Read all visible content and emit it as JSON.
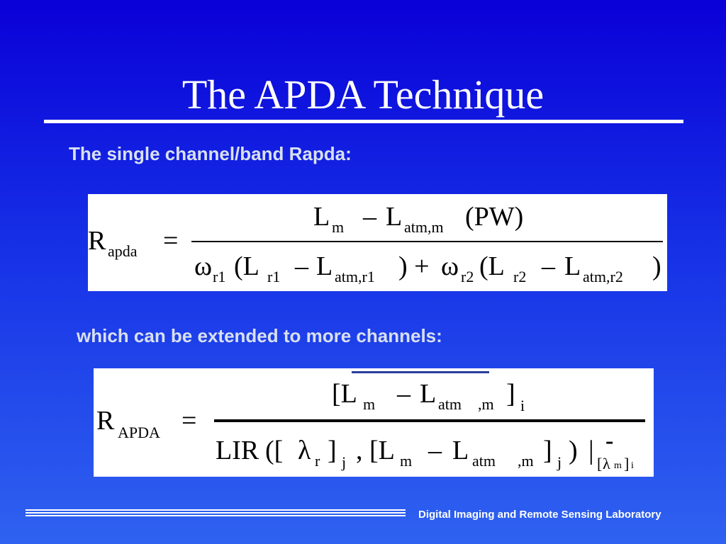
{
  "slide": {
    "title": "The APDA Technique",
    "subtitle1": "The single channel/band Rapda:",
    "subtitle2": "which can be extended to more channels:",
    "footer": "Digital Imaging and Remote Sensing Laboratory"
  },
  "eq1": {
    "lhs_R": "R",
    "lhs_sub": "apda",
    "equals": "=",
    "num_L1": "L",
    "num_m": "m",
    "num_minus": "–",
    "num_L2": "L",
    "num_atm": "atm,m",
    "num_pw": "(PW)",
    "den_w1": "ω",
    "den_r1": "r1",
    "den_open1": "(L",
    "den_r1b": "r1",
    "den_minus1": "–",
    "den_L1": "L",
    "den_atm1": "atm,r1",
    "den_close_plus": ") +",
    "den_w2": "ω",
    "den_r2": "r2",
    "den_open2": "(L",
    "den_r2b": "r2",
    "den_minus2": "–",
    "den_L2": "L",
    "den_atm2": "atm,r2",
    "den_close2": ")"
  },
  "eq2": {
    "lhs_R": "R",
    "lhs_sub": "APDA",
    "equals": "=",
    "num_open": "[L",
    "num_m": "m",
    "num_minus": "–",
    "num_L": "L",
    "num_atm": "atm",
    "num_m2": ",m",
    "num_close": "]",
    "num_i": "i",
    "den_lir": "LIR",
    "den_open": "([",
    "den_lambda": "λ",
    "den_r": "r",
    "den_close1": "]",
    "den_j1": "j",
    "den_comma": ", [L",
    "den_m": "m",
    "den_minus": "–",
    "den_L": "L",
    "den_atm": "atm",
    "den_m2": ",m",
    "den_close2": "]",
    "den_j2": "j",
    "den_close3": ")",
    "den_bar": "|",
    "den_br_open": "[",
    "den_lambda2": "λ",
    "den_m3": "m",
    "den_br_close": "]",
    "den_i": "i",
    "den_dash": "-"
  }
}
